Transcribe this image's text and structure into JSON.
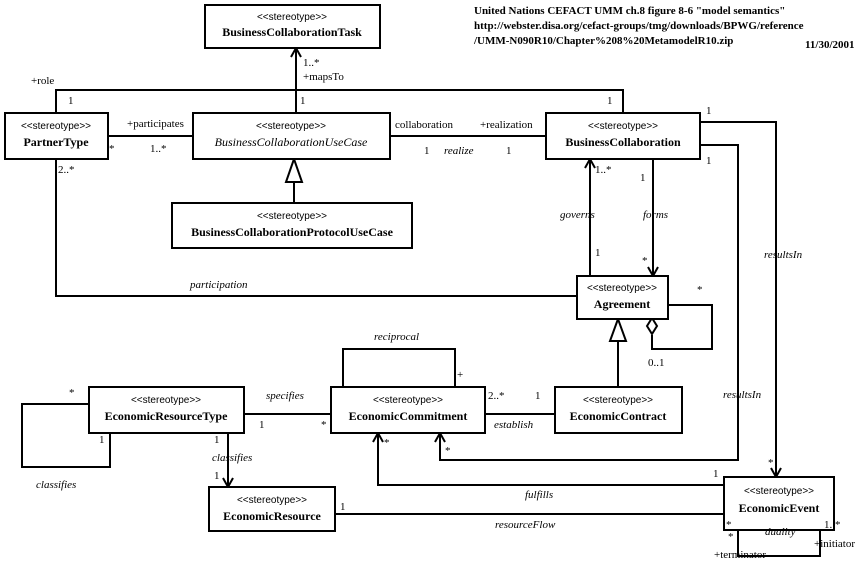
{
  "header": {
    "line1": "United Nations CEFACT UMM ch.8 figure 8-6 \"model semantics\"",
    "line2": "http://webster.disa.org/cefact-groups/tmg/downloads/BPWG/reference",
    "line3": "/UMM-N090R10/Chapter%208%20MetamodelR10.zip",
    "date": "11/30/2001"
  },
  "stereotype": "<<stereotype>>",
  "classes": {
    "business_collaboration_task": "BusinessCollaborationTask",
    "partner_type": "PartnerType",
    "business_collaboration_use_case": "BusinessCollaborationUseCase",
    "business_collaboration": "BusinessCollaboration",
    "business_collaboration_protocol_use_case": "BusinessCollaborationProtocolUseCase",
    "agreement": "Agreement",
    "economic_resource_type": "EconomicResourceType",
    "economic_commitment": "EconomicCommitment",
    "economic_contract": "EconomicContract",
    "economic_resource": "EconomicResource",
    "economic_event": "EconomicEvent"
  },
  "labels": {
    "role": "+role",
    "maps_to": "+mapsTo",
    "mult_task": "1..*",
    "mult_role_left": "1",
    "mult_role_mid": "1",
    "mult_role_right": "1",
    "participates": "+participates",
    "mult_participates_star": "*",
    "mult_participates_1star": "1..*",
    "collaboration": "collaboration",
    "realization": "+realization",
    "realize": "realize",
    "mult_realize_left": "1",
    "mult_realize_right": "1",
    "mult_partner_2star": "2..*",
    "participation": "participation",
    "governs": "governs",
    "forms": "forms",
    "mult_governs_1star": "1..*",
    "mult_governs_1": "1",
    "mult_forms_1": "1",
    "mult_forms_star": "*",
    "results_in_top": "resultsIn",
    "mult_resultsin_top_1": "1",
    "mult_bc_right_1": "1",
    "mult_agreement_self_star": "*",
    "mult_agreement_self_01": "0..1",
    "reciprocal": "reciprocal",
    "reciprocal_plus": "+",
    "specifies": "specifies",
    "mult_specifies_1": "1",
    "mult_specifies_star": "*",
    "establish": "establish",
    "mult_establish_2star": "2..*",
    "mult_establish_1": "1",
    "classifies_self": "classifies",
    "mult_classifies_self_star": "*",
    "mult_classifies_self_1": "1",
    "classifies": "classifies",
    "mult_classifies_1": "1",
    "mult_classifies_1b": "1",
    "results_in_low": "resultsIn",
    "mult_resultsin_low_star": "*",
    "mult_resultsin_low_1": "1",
    "mult_event_star": "*",
    "fulfills": "fulfills",
    "mult_fulfills_star": "*",
    "resource_flow": "resourceFlow",
    "mult_flow_1": "1",
    "mult_flow_star": "*",
    "duality": "duality",
    "mult_duality_1star": "1..*",
    "mult_duality_star": "*",
    "terminator": "+terminator",
    "initiator": "+initiator"
  }
}
